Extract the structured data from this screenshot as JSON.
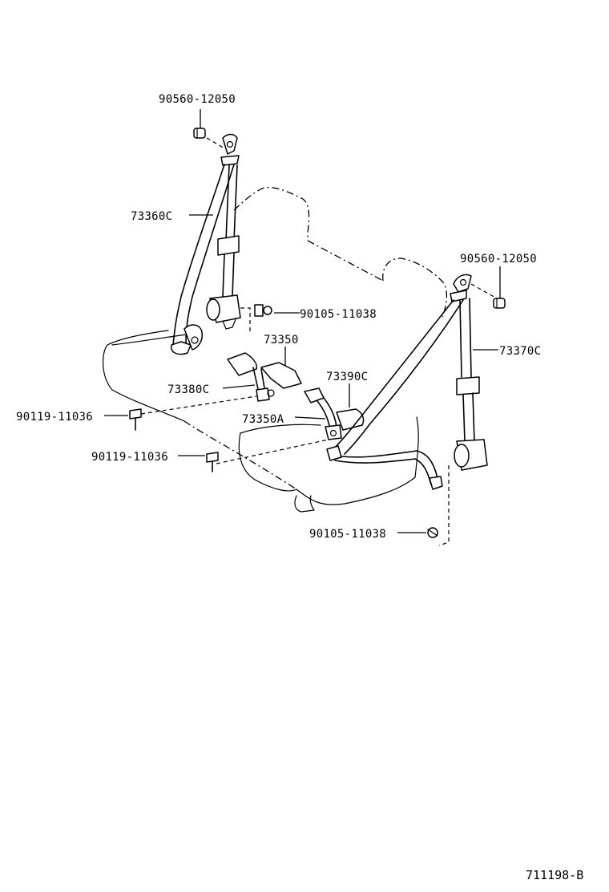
{
  "parts": {
    "p_90560_left": "90560-12050",
    "p_73360c": "73360C",
    "p_90105_upper": "90105-11038",
    "p_73350": "73350",
    "p_73380c": "73380C",
    "p_73390c": "73390C",
    "p_90119_upper": "90119-11036",
    "p_73350a": "73350A",
    "p_90119_lower": "90119-11036",
    "p_90560_right": "90560-12050",
    "p_73370c": "73370C",
    "p_90105_lower": "90105-11038"
  },
  "reference": "711198-B"
}
